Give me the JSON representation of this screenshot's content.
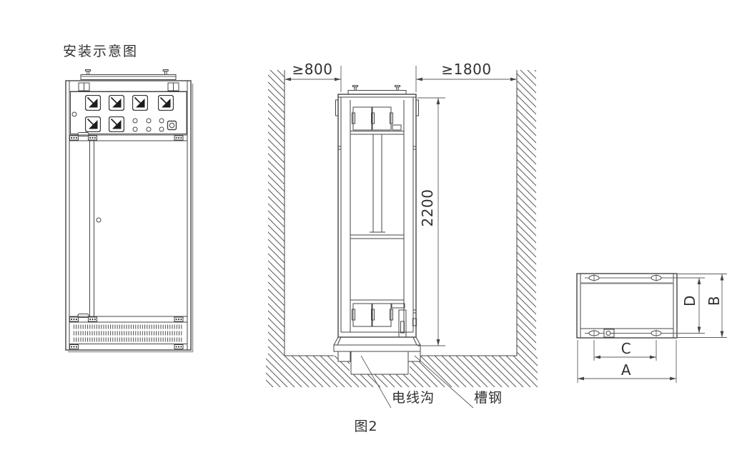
{
  "colors": {
    "background": "#ffffff",
    "line": "#454545",
    "text": "#303030",
    "hatch": "#5a5a5a"
  },
  "title": "安装示意图",
  "figure_caption": "图2",
  "side_view": {
    "left_clearance": "≥800",
    "right_clearance": "≥1800",
    "cabinet_height": "2200",
    "wire_trench_label": "电线沟",
    "channel_steel_label": "槽钢"
  },
  "plan_view": {
    "outer_width": "A",
    "outer_depth": "B",
    "bolt_spacing": "C",
    "inner_depth": "D"
  },
  "icons": {
    "meter": "meter-icon",
    "indicator_lamp": "indicator-lamp-icon",
    "push_button": "push-button-icon",
    "door_knob": "door-knob-icon",
    "lifting_bolt": "lifting-bolt-icon",
    "bolt_slot": "bolt-slot-icon",
    "vent_grille": "vent-grille-icon",
    "wall_hatch": "section-hatch-pattern"
  }
}
